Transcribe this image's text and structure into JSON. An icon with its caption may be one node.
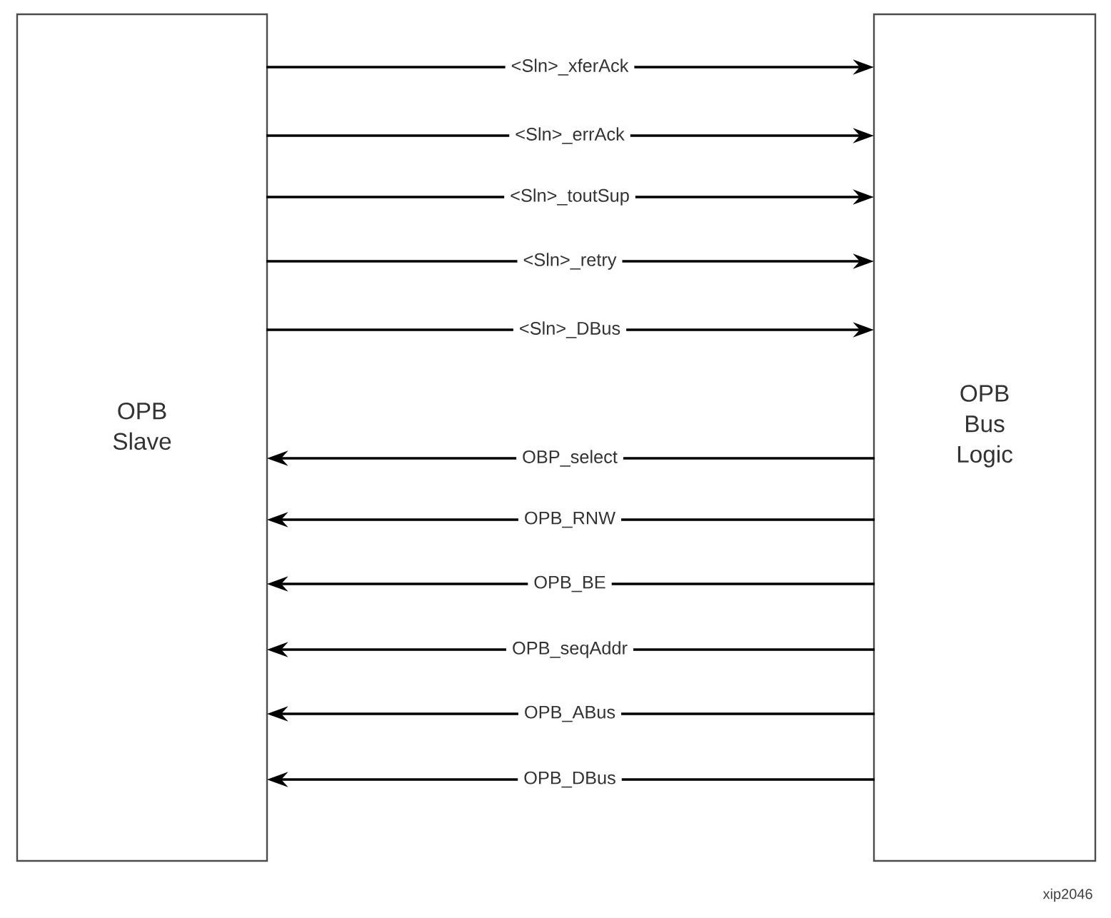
{
  "diagram": {
    "nodes": [
      {
        "text": [
          "OPB Slave"
        ]
      },
      {
        "text": [
          "OPB Bus Logic"
        ]
      }
    ],
    "edges": [
      {
        "from": 0,
        "to": 1,
        "arrow": "to",
        "label": "<Sln>_xferAck"
      },
      {
        "from": 0,
        "to": 1,
        "arrow": "to",
        "label": "<Sln>_errAck"
      },
      {
        "from": 0,
        "to": 1,
        "arrow": "to",
        "label": "<Sln>_toutSup"
      },
      {
        "from": 0,
        "to": 1,
        "arrow": "to",
        "label": "<Sln>_retry"
      },
      {
        "from": 0,
        "to": 1,
        "arrow": "to",
        "label": "<Sln>_DBus"
      },
      {
        "from": 1,
        "to": 0,
        "arrow": "to",
        "label": "OBP_select"
      },
      {
        "from": 1,
        "to": 0,
        "arrow": "to",
        "label": "OPB_RNW"
      },
      {
        "from": 1,
        "to": 0,
        "arrow": "to",
        "label": "OPB_BE"
      },
      {
        "from": 1,
        "to": 0,
        "arrow": "to",
        "label": "OPB_seqAddr"
      },
      {
        "from": 1,
        "to": 0,
        "arrow": "to",
        "label": "OPB_ABus"
      },
      {
        "from": 1,
        "to": 0,
        "arrow": "to",
        "label": "OPB_DBus"
      }
    ],
    "labels": [
      "xip2046"
    ]
  }
}
